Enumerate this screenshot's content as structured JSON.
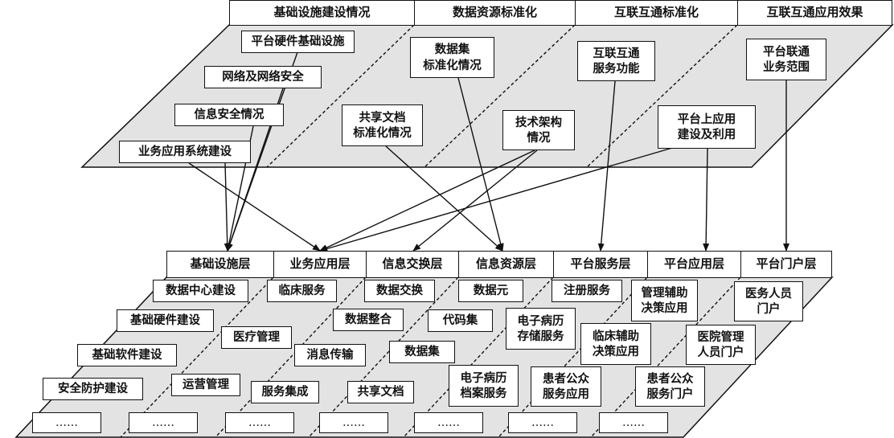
{
  "headers": [
    "基础设施建设情况",
    "数据资源标准化",
    "互联互通标准化",
    "互联互通应用效果"
  ],
  "upper_items": {
    "hw_infra": "平台硬件基础设施",
    "network": "网络及网络安全",
    "infosec": "信息安全情况",
    "biz_sys": "业务应用系统建设",
    "dataset_std": "数据集\n标准化情况",
    "shared_doc_std": "共享文档\n标准化情况",
    "tech_arch": "技术架构\n情况",
    "svc_func": "互联互通\n服务功能",
    "app_use": "平台上应用\n建设及利用",
    "biz_scope": "平台联通\n业务范围"
  },
  "layers": [
    "基础设施层",
    "业务应用层",
    "信息交换层",
    "信息资源层",
    "平台服务层",
    "平台应用层",
    "平台门户层"
  ],
  "lower_items": {
    "dc": "数据中心建设",
    "base_hw": "基础硬件建设",
    "base_sw": "基础软件建设",
    "security": "安全防护建设",
    "clinical": "临床服务",
    "medical_mgmt": "医疗管理",
    "ops_mgmt": "运营管理",
    "data_exchange": "数据交换",
    "data_integration": "数据整合",
    "msg_transfer": "消息传输",
    "svc_integration": "服务集成",
    "data_element": "数据元",
    "code_set": "代码集",
    "dataset": "数据集",
    "shared_doc": "共享文档",
    "registry": "注册服务",
    "emr_storage": "电子病历\n存储服务",
    "emr_archive": "电子病历\n档案服务",
    "mgmt_decision": "管理辅助\n决策应用",
    "clinical_decision": "临床辅助\n决策应用",
    "patient_app": "患者公众\n服务应用",
    "staff_portal": "医务人员\n门户",
    "admin_portal": "医院管理\n人员门户",
    "patient_portal": "患者公众\n服务门户"
  },
  "ellipsis": "……",
  "colors": {
    "panel_fill": "#e3e3e3",
    "stroke": "#111111",
    "box_fill": "#ffffff"
  }
}
